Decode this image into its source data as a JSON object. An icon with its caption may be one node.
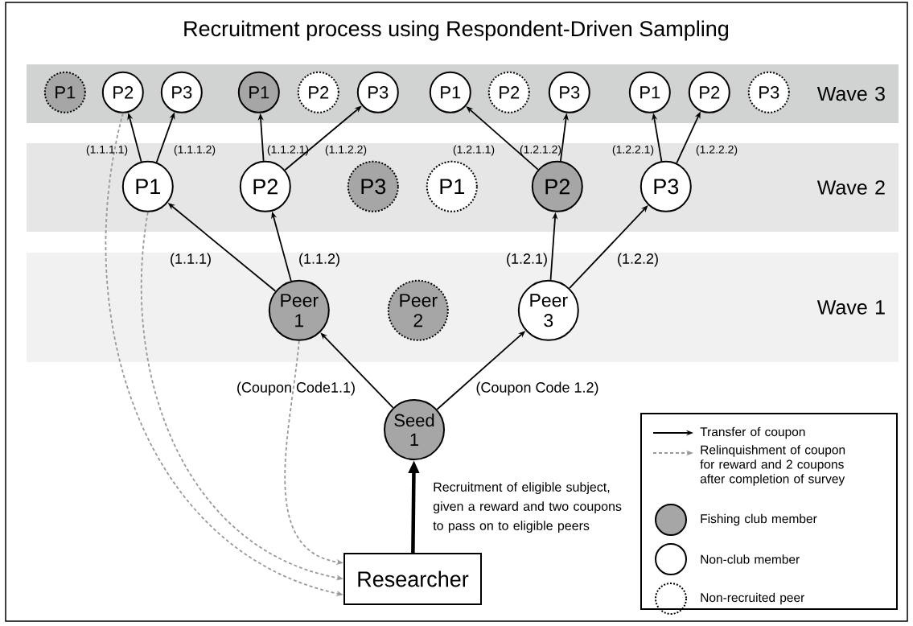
{
  "diagram": {
    "title": "Recruitment process using Respondent-Driven Sampling",
    "nodes": [
      {
        "text": [
          "Wave 3"
        ]
      },
      {
        "text": [
          "P1"
        ],
        "in": 0
      },
      {
        "text": [
          "P2"
        ],
        "in": 0
      },
      {
        "text": [
          "P3"
        ],
        "in": 0
      },
      {
        "text": [
          "P1"
        ],
        "in": 0
      },
      {
        "text": [
          "P2"
        ],
        "in": 0
      },
      {
        "text": [
          "P3"
        ],
        "in": 0
      },
      {
        "text": [
          "P1"
        ],
        "in": 0
      },
      {
        "text": [
          "P2"
        ],
        "in": 0
      },
      {
        "text": [
          "P3"
        ],
        "in": 0
      },
      {
        "text": [
          "P1"
        ],
        "in": 0
      },
      {
        "text": [
          "P2"
        ],
        "in": 0
      },
      {
        "text": [
          "P3"
        ],
        "in": 0
      },
      {
        "text": [
          "Wave 2"
        ]
      },
      {
        "text": [
          "P1"
        ],
        "in": 13
      },
      {
        "text": [
          "P2"
        ],
        "in": 13
      },
      {
        "text": [
          "P3"
        ],
        "in": 13
      },
      {
        "text": [
          "P1"
        ],
        "in": 13
      },
      {
        "text": [
          "P2"
        ],
        "in": 13
      },
      {
        "text": [
          "P3"
        ],
        "in": 13
      },
      {
        "text": [
          "Wave 1"
        ]
      },
      {
        "text": [
          "Peer 1"
        ],
        "in": 20
      },
      {
        "text": [
          "Peer 2"
        ],
        "in": 20
      },
      {
        "text": [
          "Peer 3"
        ],
        "in": 20
      },
      {
        "text": [
          "Seed 1"
        ]
      },
      {
        "text": [
          "Researcher"
        ]
      }
    ],
    "edges": [
      {
        "from": 24,
        "to": 21,
        "arrow": "to",
        "label": "(Coupon Code1.1)"
      },
      {
        "from": 24,
        "to": 23,
        "arrow": "to",
        "label": "(Coupon Code 1.2)"
      },
      {
        "from": 21,
        "to": 14,
        "arrow": "to",
        "label": "(1.1.1)"
      },
      {
        "from": 21,
        "to": 15,
        "arrow": "to",
        "label": "(1.1.2)"
      },
      {
        "from": 23,
        "to": 18,
        "arrow": "to",
        "label": "(1.2.1)"
      },
      {
        "from": 23,
        "to": 19,
        "arrow": "to",
        "label": "(1.2.2)"
      },
      {
        "from": 14,
        "to": 2,
        "arrow": "to",
        "label": "(1.1.1.1)"
      },
      {
        "from": 14,
        "to": 3,
        "arrow": "to",
        "label": "(1.1.1.2)"
      },
      {
        "from": 15,
        "to": 4,
        "arrow": "to",
        "label": "(1.1.2.1)"
      },
      {
        "from": 15,
        "to": 6,
        "arrow": "to",
        "label": "(1.1.2.2)"
      },
      {
        "from": 18,
        "to": 7,
        "arrow": "to",
        "label": "(1.2.1.1)"
      },
      {
        "from": 18,
        "to": 9,
        "arrow": "to",
        "label": "(1.2.1.2)"
      },
      {
        "from": 19,
        "to": 10,
        "arrow": "to",
        "label": "(1.2.2.1)"
      },
      {
        "from": 19,
        "to": 11,
        "arrow": "to",
        "label": "(1.2.2.2)"
      },
      {
        "from": 25,
        "to": 24,
        "arrow": "to",
        "style": "thick",
        "label": "Recruitment of eligible subject, given a reward and two coupons to pass on to eligible peers"
      },
      {
        "from": 21,
        "to": 25,
        "arrow": "to",
        "style": "dashed",
        "color": "#999999"
      },
      {
        "from": 14,
        "to": 25,
        "arrow": "to",
        "style": "dashed",
        "color": "#999999"
      },
      {
        "from": 2,
        "to": 25,
        "arrow": "to",
        "style": "dashed",
        "color": "#999999"
      }
    ],
    "legend": [
      {
        "text": "Transfer of coupon"
      },
      {
        "text": "Relinquishment of coupon for reward and 2 coupons after completion of survey"
      },
      {
        "text": "Fishing club member",
        "color": "#a6a6a6"
      },
      {
        "text": "Non-club member"
      },
      {
        "text": "Non-recruited peer"
      }
    ]
  }
}
